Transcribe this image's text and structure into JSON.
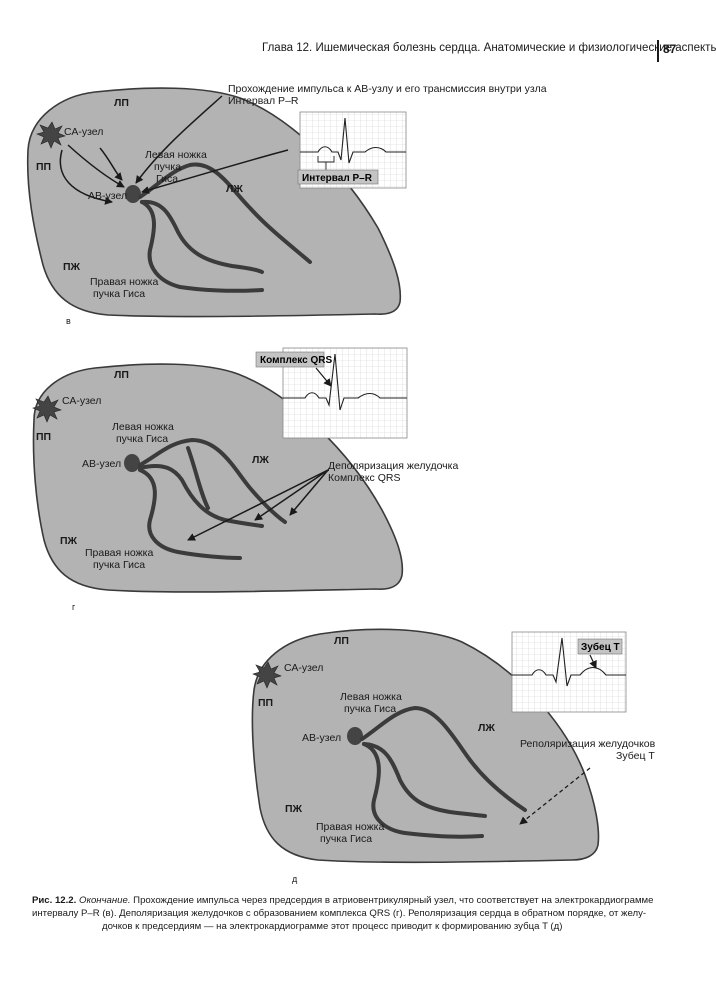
{
  "header": {
    "running_title": "Глава 12. Ишемическая болезнь сердца. Анатомические и физиологические аспекты",
    "page_number": "87"
  },
  "panel_v": {
    "letter": "в",
    "la": "ЛП",
    "ra": "ПП",
    "lv": "ЛЖ",
    "rv": "ПЖ",
    "sa_node": "СА-узел",
    "av_node": "АВ-узел",
    "left_bundle": [
      "Левая ножка",
      "пучка",
      "Гиса"
    ],
    "right_bundle": [
      "Правая ножка",
      "пучка Гиса"
    ],
    "annotation": [
      "Прохождение импульса к АВ-узлу и его трансмиссия внутри узла",
      "Интервал P–R"
    ],
    "ecg_label": "Интервал P–R"
  },
  "panel_g": {
    "letter": "г",
    "la": "ЛП",
    "ra": "ПП",
    "lv": "ЛЖ",
    "rv": "ПЖ",
    "sa_node": "СА-узел",
    "av_node": "АВ-узел",
    "left_bundle": [
      "Левая ножка",
      "пучка Гиса"
    ],
    "right_bundle": [
      "Правая ножка",
      "пучка Гиса"
    ],
    "annotation": [
      "Деполяризация желудочка",
      "Комплекс QRS"
    ],
    "ecg_label": "Комплекс QRS"
  },
  "panel_d": {
    "letter": "д",
    "la": "ЛП",
    "ra": "ПП",
    "lv": "ЛЖ",
    "rv": "ПЖ",
    "sa_node": "СА-узел",
    "av_node": "АВ-узел",
    "left_bundle": [
      "Левая ножка",
      "пучка Гиса"
    ],
    "right_bundle": [
      "Правая ножка",
      "пучка Гиса"
    ],
    "annotation": [
      "Реполяризация желудочков",
      "Зубец T"
    ],
    "ecg_label": "Зубец T"
  },
  "caption": {
    "label": "Рис. 12.2.",
    "ending": "Окончание.",
    "line1": " Прохождение импульса через предсердия в атриовентрикулярный узел, что соответствует на электрокардиограмме",
    "line2": "интервалу P–R (в). Деполяризация желудочков с образованием комплекса QRS (г). Реполяризация сердца в обратном порядке, от желу-",
    "line3": "дочков к предсердиям — на электрокардиограмме этот процесс приводит к формированию зубца T (д)"
  },
  "colors": {
    "heart_fill": "#b3b3b3",
    "outline": "#3a3a3a",
    "grid": "#c8c8c8",
    "label_box": "#c4c4c4"
  }
}
